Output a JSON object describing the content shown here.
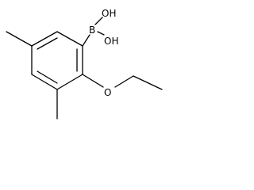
{
  "molecule": {
    "atoms": {
      "boron": "B",
      "hydroxyl_top": "OH",
      "hydroxyl_bottom": "OH",
      "ether_oxygen": "O"
    }
  },
  "colors": {
    "bond": "#000000",
    "background": "#ffffff"
  }
}
